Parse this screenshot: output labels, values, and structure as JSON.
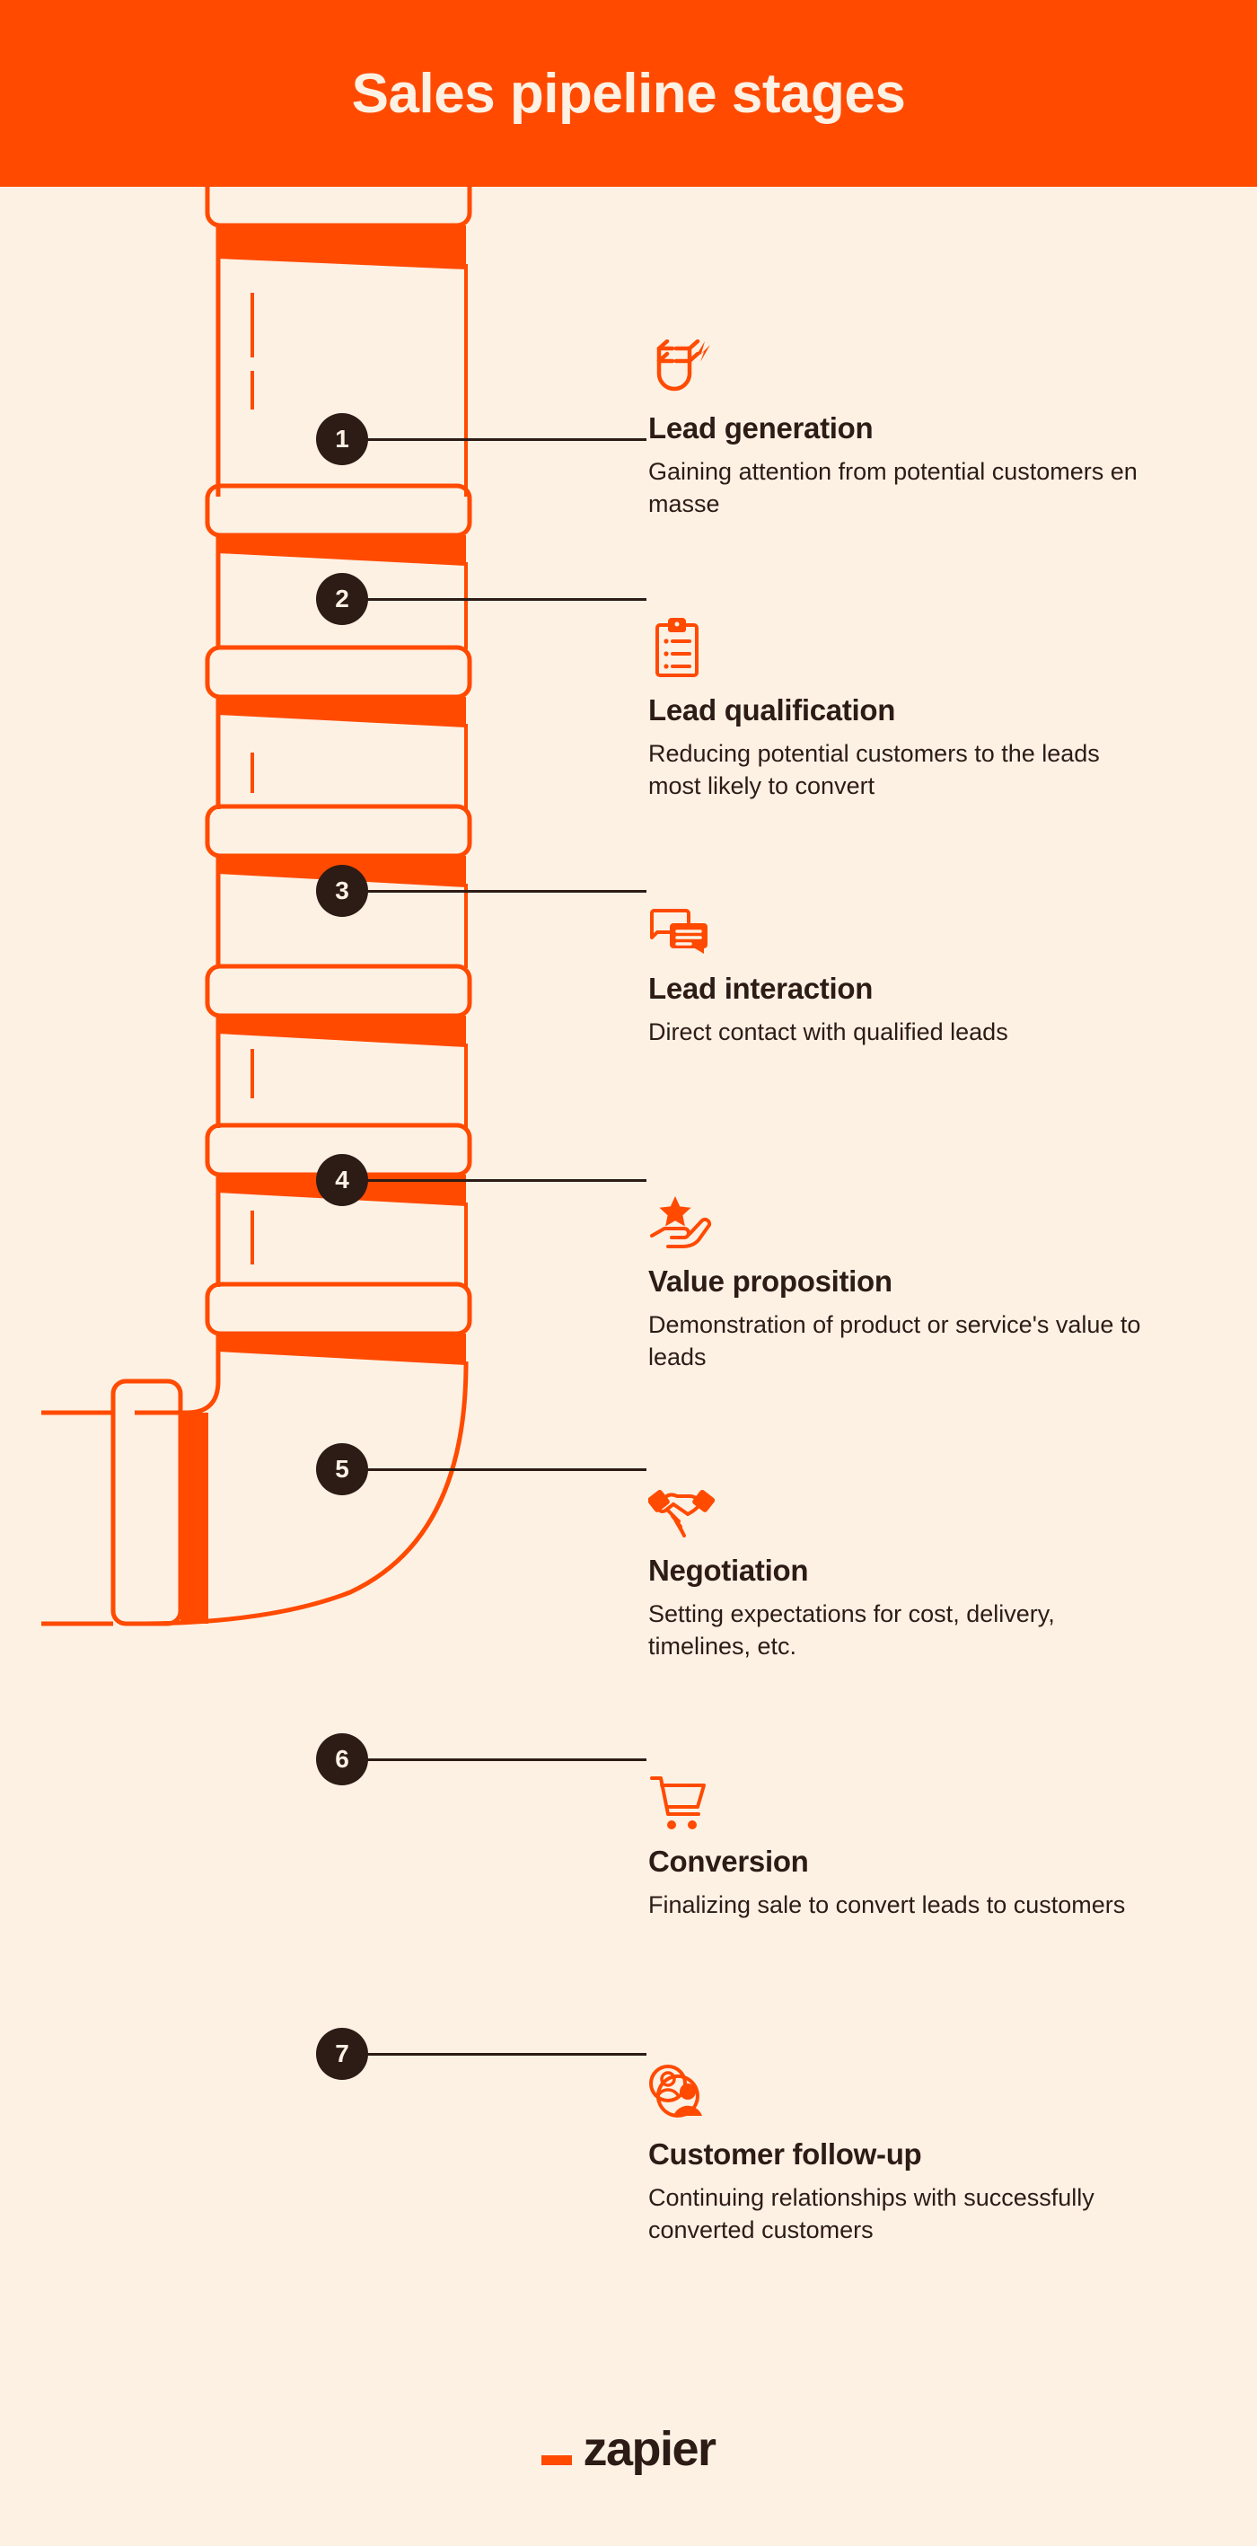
{
  "header": {
    "title": "Sales pipeline stages"
  },
  "colors": {
    "orange": "#FF4A00",
    "background": "#FDF1E4",
    "dark": "#2D1B16",
    "header_text": "#FDF1E4"
  },
  "stages": [
    {
      "number": "1",
      "icon": "magnet-icon",
      "title": "Lead generation",
      "desc": "Gaining attention from potential customers en masse"
    },
    {
      "number": "2",
      "icon": "clipboard-checklist-icon",
      "title": "Lead qualification",
      "desc": "Reducing potential customers to the leads most likely to convert"
    },
    {
      "number": "3",
      "icon": "chat-bubbles-icon",
      "title": "Lead interaction",
      "desc": "Direct contact with qualified leads"
    },
    {
      "number": "4",
      "icon": "hand-star-icon",
      "title": "Value proposition",
      "desc": "Demonstration of product or service's value to leads"
    },
    {
      "number": "5",
      "icon": "handshake-icon",
      "title": "Negotiation",
      "desc": "Setting expectations for cost, delivery, timelines, etc."
    },
    {
      "number": "6",
      "icon": "shopping-cart-icon",
      "title": "Conversion",
      "desc": "Finalizing sale to convert leads to customers"
    },
    {
      "number": "7",
      "icon": "customers-icon",
      "title": "Customer follow-up",
      "desc": "Continuing relationships with successfully converted customers"
    }
  ],
  "footer": {
    "logo_text": "zapier",
    "logo_mark": "underscore-dash"
  }
}
